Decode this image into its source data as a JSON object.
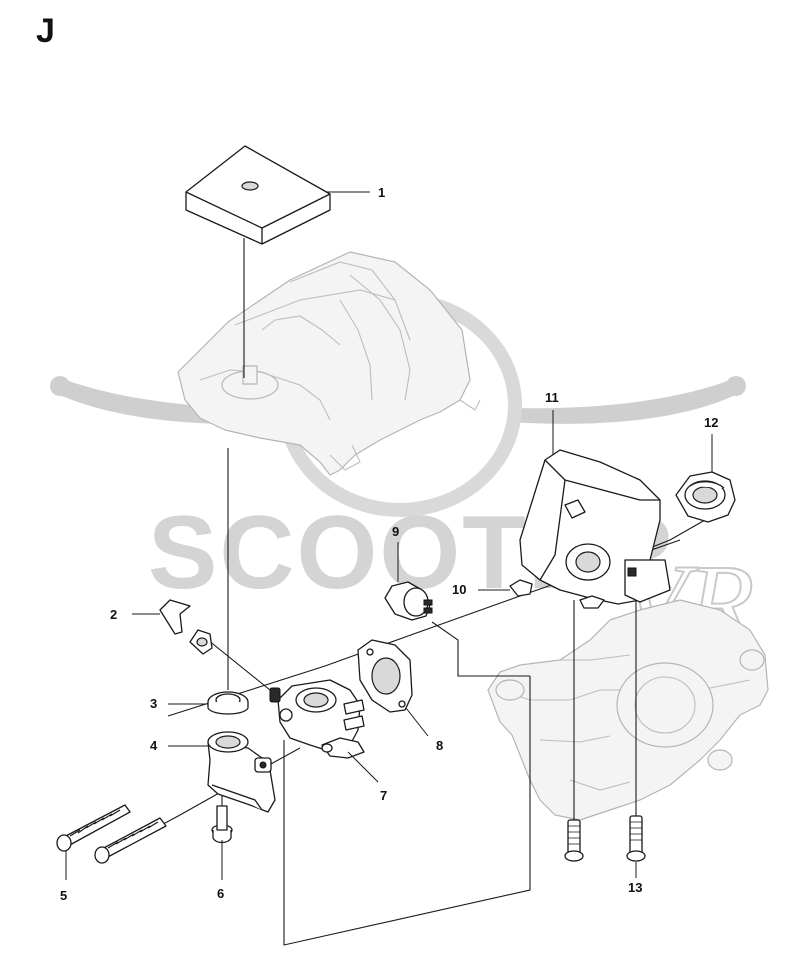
{
  "section": "J",
  "watermark": {
    "text": "SCOOTER",
    "script_text": "VR",
    "color": "#cfcfcf"
  },
  "callouts": [
    "1",
    "2",
    "3",
    "4",
    "5",
    "6",
    "7",
    "8",
    "9",
    "10",
    "11",
    "12",
    "13"
  ],
  "colors": {
    "line": "#1a1a1a",
    "ghost_part": "#b5b5b5",
    "background": "#ffffff"
  }
}
